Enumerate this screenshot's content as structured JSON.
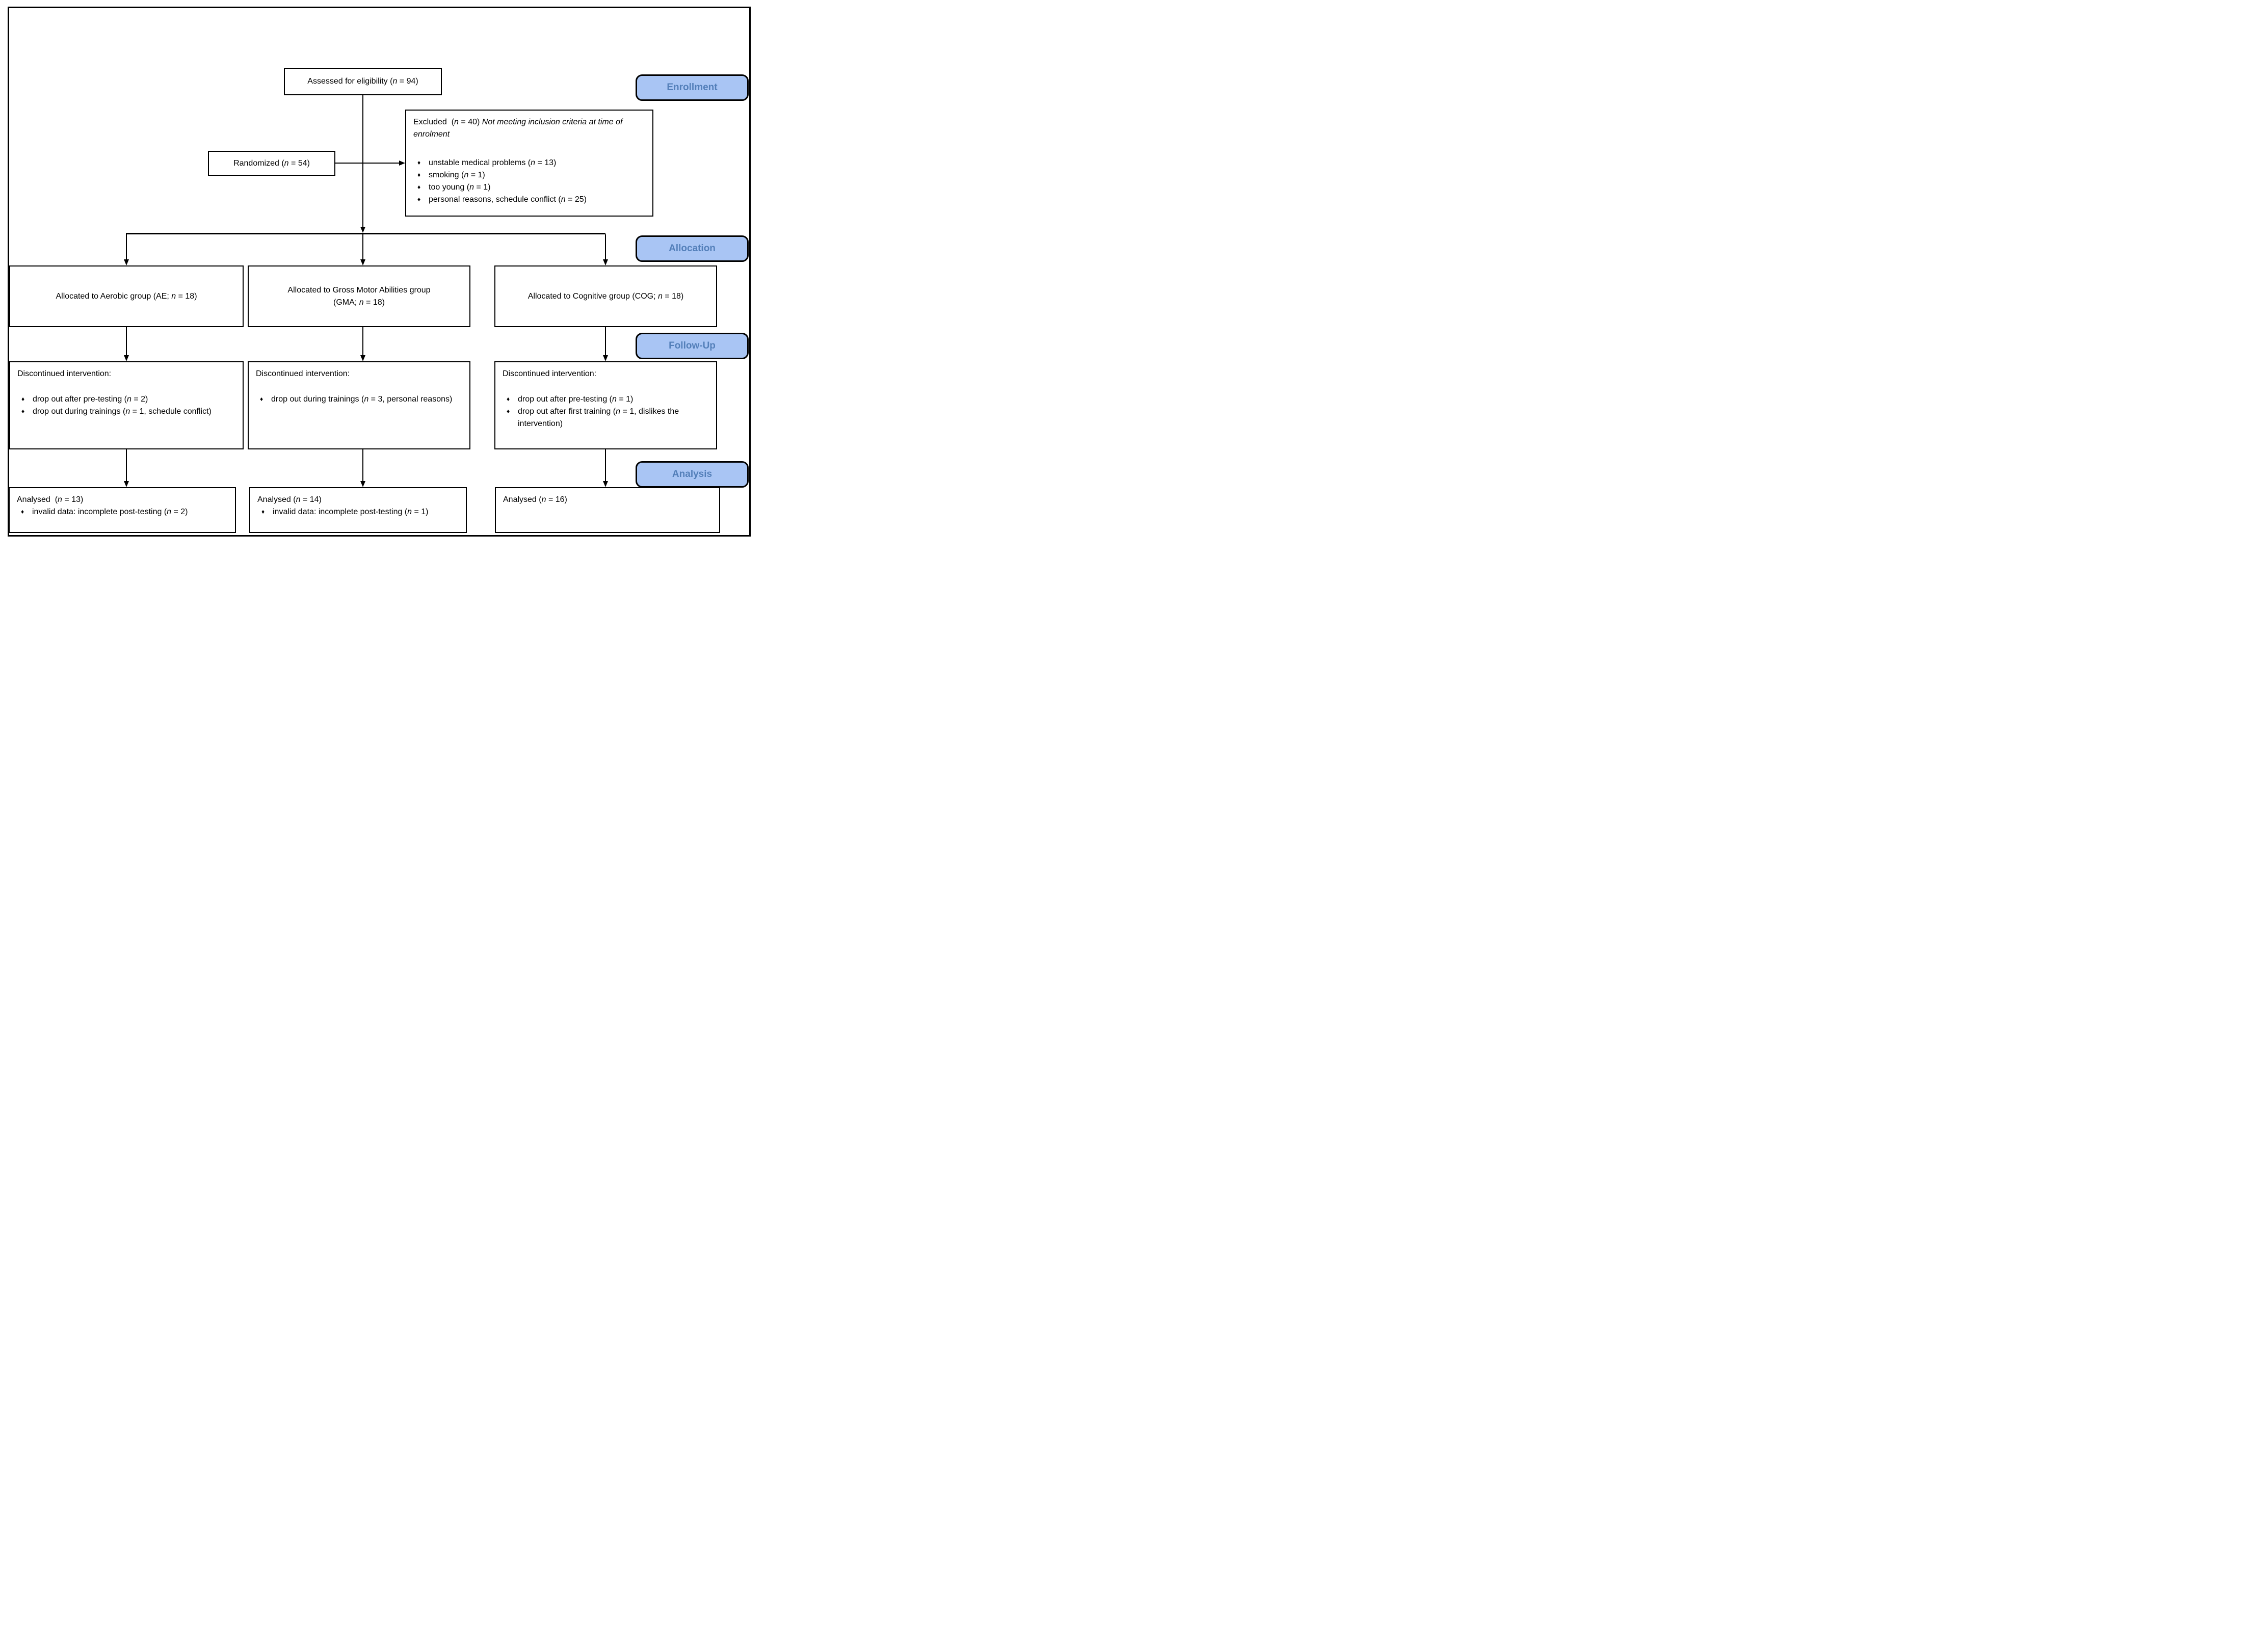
{
  "glyphs": {
    "bullet": "♦"
  },
  "colors": {
    "badge_fill": "#A9C5F4",
    "badge_text": "#537FB9",
    "badge_border": "#000000",
    "box_border": "#000000",
    "background": "#FFFFFF"
  },
  "stages": {
    "enrollment": "Enrollment",
    "allocation": "Allocation",
    "followup": "Follow-Up",
    "analysis": "Analysis"
  },
  "boxes": {
    "assessed": {
      "segments": [
        {
          "t": "Assessed for eligibility ("
        },
        {
          "t": "n",
          "i": true
        },
        {
          "t": " = 94)"
        }
      ]
    },
    "randomized": {
      "segments": [
        {
          "t": "Randomized ("
        },
        {
          "t": "n",
          "i": true
        },
        {
          "t": " = 54)"
        }
      ]
    },
    "excluded": {
      "title": [
        {
          "t": "Excluded  ("
        },
        {
          "t": "n",
          "i": true
        },
        {
          "t": " = 40) "
        },
        {
          "t": "Not meeting inclusion criteria at time of enrolment",
          "i": true
        }
      ],
      "bullets": [
        [
          {
            "t": "unstable medical problems ("
          },
          {
            "t": "n",
            "i": true
          },
          {
            "t": " = 13)"
          }
        ],
        [
          {
            "t": "smoking ("
          },
          {
            "t": "n",
            "i": true
          },
          {
            "t": " = 1)"
          }
        ],
        [
          {
            "t": "too young ("
          },
          {
            "t": "n",
            "i": true
          },
          {
            "t": " = 1)"
          }
        ],
        [
          {
            "t": "personal reasons, schedule conflict ("
          },
          {
            "t": "n",
            "i": true
          },
          {
            "t": " = 25)"
          }
        ]
      ]
    },
    "alloc_ae": {
      "lines": [
        [
          {
            "t": "Allocated to Aerobic group (AE; "
          },
          {
            "t": "n",
            "i": true
          },
          {
            "t": " = 18)"
          }
        ]
      ]
    },
    "alloc_gma": {
      "lines": [
        [
          {
            "t": "Allocated to Gross Motor Abilities group"
          }
        ],
        [
          {
            "t": "(GMA; "
          },
          {
            "t": "n",
            "i": true
          },
          {
            "t": " = 18)"
          }
        ]
      ]
    },
    "alloc_cog": {
      "lines": [
        [
          {
            "t": "Allocated to Cognitive group (COG; "
          },
          {
            "t": "n",
            "i": true
          },
          {
            "t": " = 18)"
          }
        ]
      ]
    },
    "fu_ae": {
      "title": "Discontinued intervention:",
      "bullets": [
        [
          {
            "t": "drop out after pre-testing ("
          },
          {
            "t": "n",
            "i": true
          },
          {
            "t": " = 2)"
          }
        ],
        [
          {
            "t": "drop out during trainings ("
          },
          {
            "t": "n",
            "i": true
          },
          {
            "t": " = 1, schedule conflict)"
          }
        ]
      ]
    },
    "fu_gma": {
      "title": "Discontinued intervention:",
      "bullets": [
        [
          {
            "t": "drop out during trainings ("
          },
          {
            "t": "n",
            "i": true
          },
          {
            "t": " = 3, personal reasons)"
          }
        ]
      ]
    },
    "fu_cog": {
      "title": "Discontinued intervention:",
      "bullets": [
        [
          {
            "t": "drop out after pre-testing ("
          },
          {
            "t": "n",
            "i": true
          },
          {
            "t": " = 1)"
          }
        ],
        [
          {
            "t": "drop out after first training ("
          },
          {
            "t": "n",
            "i": true
          },
          {
            "t": " = 1, dislikes the intervention)"
          }
        ]
      ]
    },
    "an_ae": {
      "title": [
        {
          "t": "Analysed  ("
        },
        {
          "t": "n",
          "i": true
        },
        {
          "t": " = 13)"
        }
      ],
      "bullets": [
        [
          {
            "t": "invalid data: incomplete post-testing ("
          },
          {
            "t": "n",
            "i": true
          },
          {
            "t": " = 2)"
          }
        ]
      ]
    },
    "an_gma": {
      "title": [
        {
          "t": "Analysed ("
        },
        {
          "t": "n",
          "i": true
        },
        {
          "t": " = 14)"
        }
      ],
      "bullets": [
        [
          {
            "t": "invalid data: incomplete post-testing ("
          },
          {
            "t": "n",
            "i": true
          },
          {
            "t": " = 1)"
          }
        ]
      ]
    },
    "an_cog": {
      "title": [
        {
          "t": "Analysed ("
        },
        {
          "t": "n",
          "i": true
        },
        {
          "t": " = 16)"
        }
      ],
      "bullets": []
    }
  }
}
